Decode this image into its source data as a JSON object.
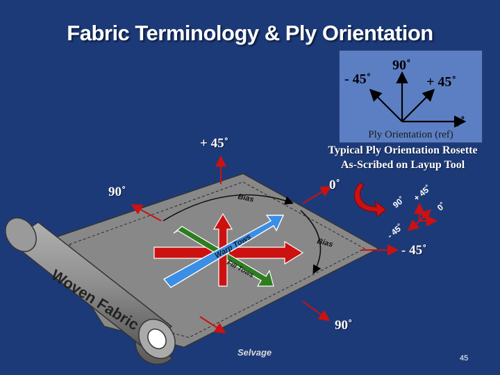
{
  "slide": {
    "title": "Fabric Terminology & Ply Orientation",
    "page_number": "45"
  },
  "rosette": {
    "labels": {
      "deg90": "90˚",
      "minus45": "- 45˚",
      "plus45": "+ 45˚",
      "deg0": "0˚"
    },
    "caption_inner": "Ply Orientation (ref)",
    "caption_line1": "Typical Ply Orientation Rosette",
    "caption_line2": "As-Scribed on Layup Tool"
  },
  "small_rosette": {
    "deg90": "90˚",
    "plus45": "+ 45˚",
    "deg0": "0˚",
    "minus45": "- 45˚"
  },
  "fabric": {
    "roll_label": "Woven Fabric",
    "selvage_label": "Selvage",
    "bias_top": "Bias",
    "bias_right": "Bias",
    "warp_label": "Warp Tows",
    "fill_label": "Fill Tows"
  },
  "direction_labels": {
    "top_plus45": "+ 45˚",
    "left_90": "90˚",
    "top_0": "0˚",
    "right_minus45": "- 45˚",
    "bottom_90": "90˚"
  },
  "colors": {
    "background": "#1d3a78",
    "arrow_red": "#cc1111",
    "warp_blue": "#3a8ee6",
    "fill_green": "#2e7d1f",
    "fabric_gray": "#8a8a8a"
  }
}
